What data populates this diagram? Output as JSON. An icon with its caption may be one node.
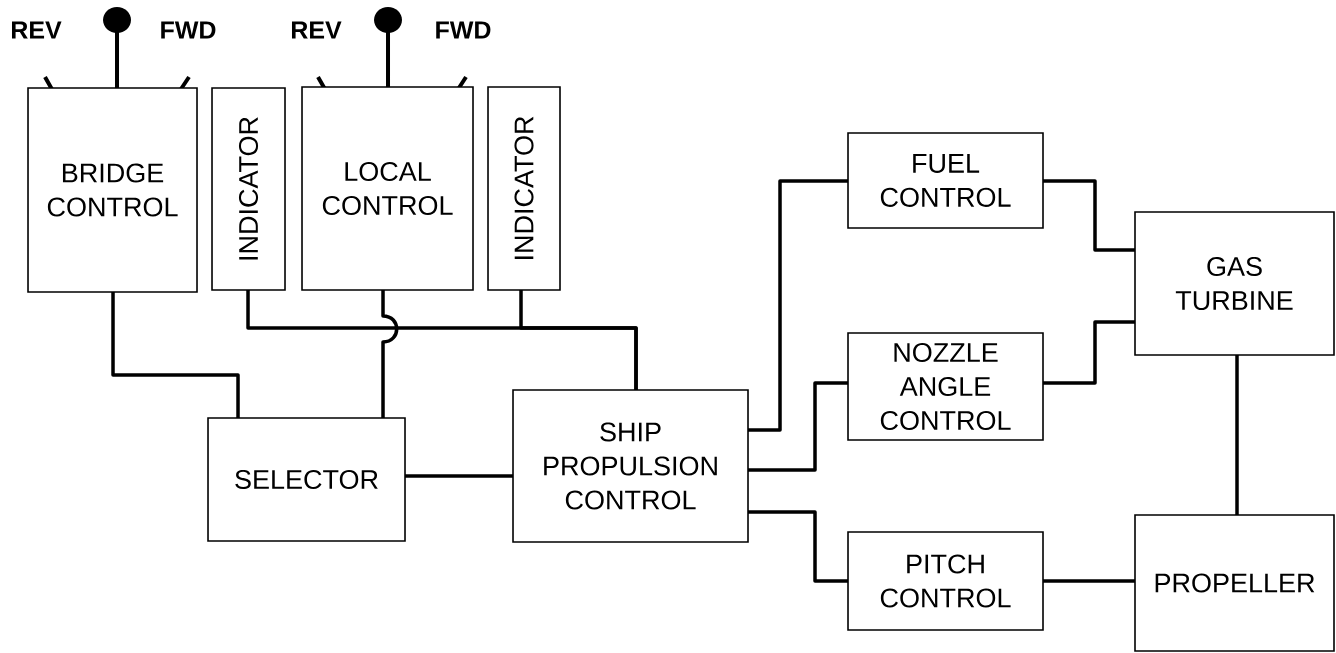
{
  "diagram": {
    "nodes": [
      {
        "text": [
          "BRIDGE CONTROL"
        ]
      },
      {
        "text": [
          "INDICATOR"
        ]
      },
      {
        "text": [
          "LOCAL CONTROL"
        ]
      },
      {
        "text": [
          "INDICATOR"
        ]
      },
      {
        "text": [
          "SELECTOR"
        ]
      },
      {
        "text": [
          "SHIP PROPULSION CONTROL"
        ]
      },
      {
        "text": [
          "FUEL CONTROL"
        ]
      },
      {
        "text": [
          "NOZZLE ANGLE CONTROL"
        ]
      },
      {
        "text": [
          "PITCH CONTROL"
        ]
      },
      {
        "text": [
          "GAS TURBINE"
        ]
      },
      {
        "text": [
          "PROPELLER"
        ]
      }
    ],
    "edges": [
      {
        "from": 0,
        "to": 4,
        "arrow": "none"
      },
      {
        "from": 2,
        "to": 4,
        "arrow": "none"
      },
      {
        "from": 1,
        "to": 5,
        "arrow": "none"
      },
      {
        "from": 3,
        "to": 5,
        "arrow": "none"
      },
      {
        "from": 4,
        "to": 5,
        "arrow": "none"
      },
      {
        "from": 5,
        "to": 6,
        "arrow": "none"
      },
      {
        "from": 5,
        "to": 7,
        "arrow": "none"
      },
      {
        "from": 5,
        "to": 8,
        "arrow": "none"
      },
      {
        "from": 6,
        "to": 9,
        "arrow": "none"
      },
      {
        "from": 7,
        "to": 9,
        "arrow": "none"
      },
      {
        "from": 9,
        "to": 10,
        "arrow": "none"
      },
      {
        "from": 8,
        "to": 10,
        "arrow": "none"
      }
    ],
    "labels": [
      "REV",
      "FWD",
      "REV",
      "FWD"
    ]
  }
}
